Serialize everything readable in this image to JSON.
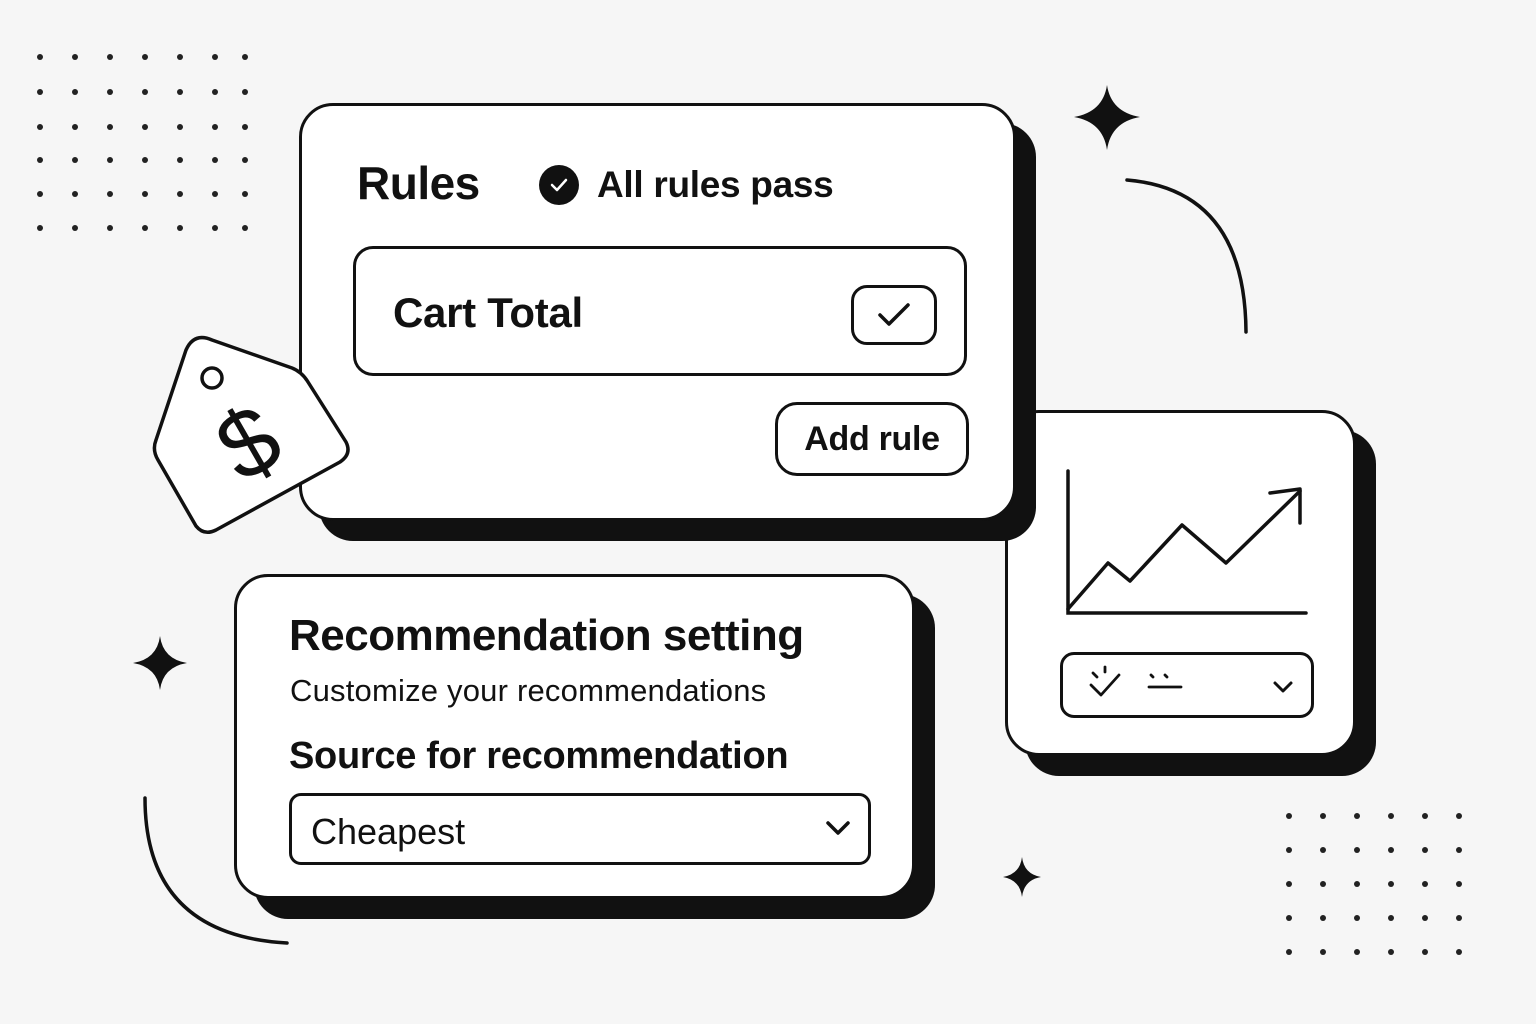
{
  "rules": {
    "title": "Rules",
    "status_text": "All rules pass",
    "rule_label": "Cart Total",
    "add_rule_label": "Add rule"
  },
  "recommendation": {
    "title": "Recommendation setting",
    "subtitle": "Customize your recommendations",
    "source_label": "Source for recommendation",
    "source_value": "Cheapest"
  },
  "chart_card": {
    "trend": "up"
  },
  "colors": {
    "ink": "#111111",
    "background": "#f6f6f6",
    "card": "#ffffff"
  },
  "icons": [
    "dollar-price-tag-icon",
    "sparkle-icon",
    "check-icon",
    "chevron-down-icon",
    "trend-up-arrow-icon"
  ]
}
